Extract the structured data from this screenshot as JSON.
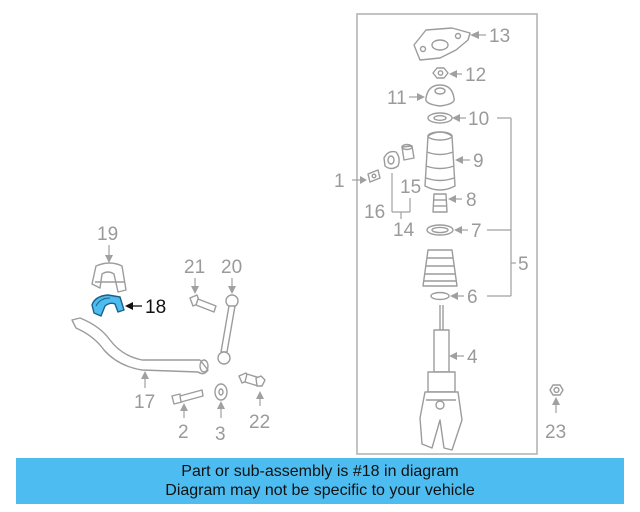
{
  "diagram": {
    "labels": {
      "l1": "1",
      "l2": "2",
      "l3": "3",
      "l4": "4",
      "l5": "5",
      "l6": "6",
      "l7": "7",
      "l8": "8",
      "l9": "9",
      "l10": "10",
      "l11": "11",
      "l12": "12",
      "l13": "13",
      "l14": "14",
      "l15": "15",
      "l16": "16",
      "l17": "17",
      "l18": "18",
      "l19": "19",
      "l20": "20",
      "l21": "21",
      "l22": "22",
      "l23": "23"
    },
    "highlighted_part": "18",
    "highlight_color": "#4dbcf0"
  },
  "banner": {
    "line1": "Part or sub-assembly is #18 in diagram",
    "line2": "Diagram may not be specific to your vehicle",
    "background_color": "#4dbcf0"
  }
}
